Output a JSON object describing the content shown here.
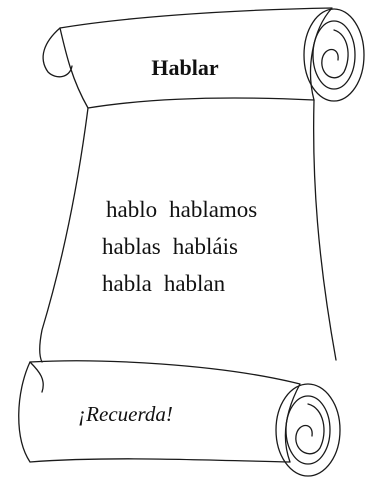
{
  "title": "Hablar",
  "conjugations": [
    {
      "singular": "hablo",
      "plural": "hablamos"
    },
    {
      "singular": "hablas",
      "plural": "habláis"
    },
    {
      "singular": "habla",
      "plural": "hablan"
    }
  ],
  "reminder": "¡Recuerda!"
}
